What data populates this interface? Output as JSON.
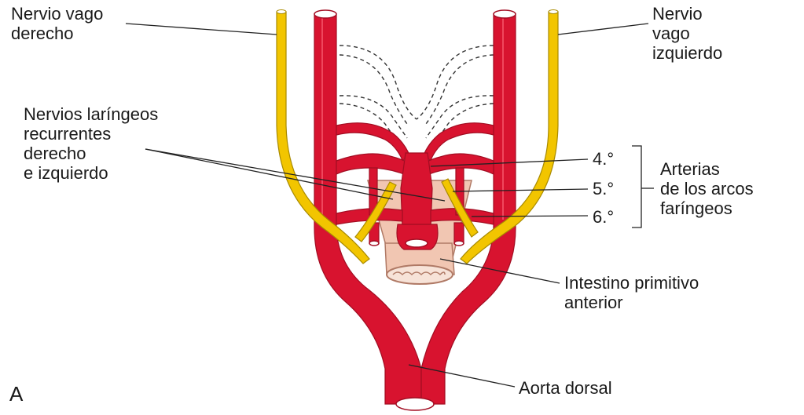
{
  "labels": {
    "vagus_right": [
      "Nervio vago",
      "derecho"
    ],
    "vagus_left": [
      "Nervio",
      "vago",
      "izquierdo"
    ],
    "recurrent": [
      "Nervios laríngeos",
      "recurrentes",
      "derecho",
      "e izquierdo"
    ],
    "arch_4": "4.°",
    "arch_5": "5.°",
    "arch_6": "6.°",
    "arches_group": [
      "Arterias",
      "de los arcos",
      "faríngeos"
    ],
    "foregut": [
      "Intestino primitivo",
      "anterior"
    ],
    "dorsal_aorta": "Aorta dorsal",
    "panel_letter": "A"
  },
  "colors": {
    "artery": "#d8132f",
    "artery_dark": "#a20d22",
    "nerve": "#f2c500",
    "nerve_outline": "#a88a00",
    "gut": "#f1c6b2",
    "gut_outline": "#b07a66",
    "leader": "#222222",
    "dashed": "#333333"
  }
}
